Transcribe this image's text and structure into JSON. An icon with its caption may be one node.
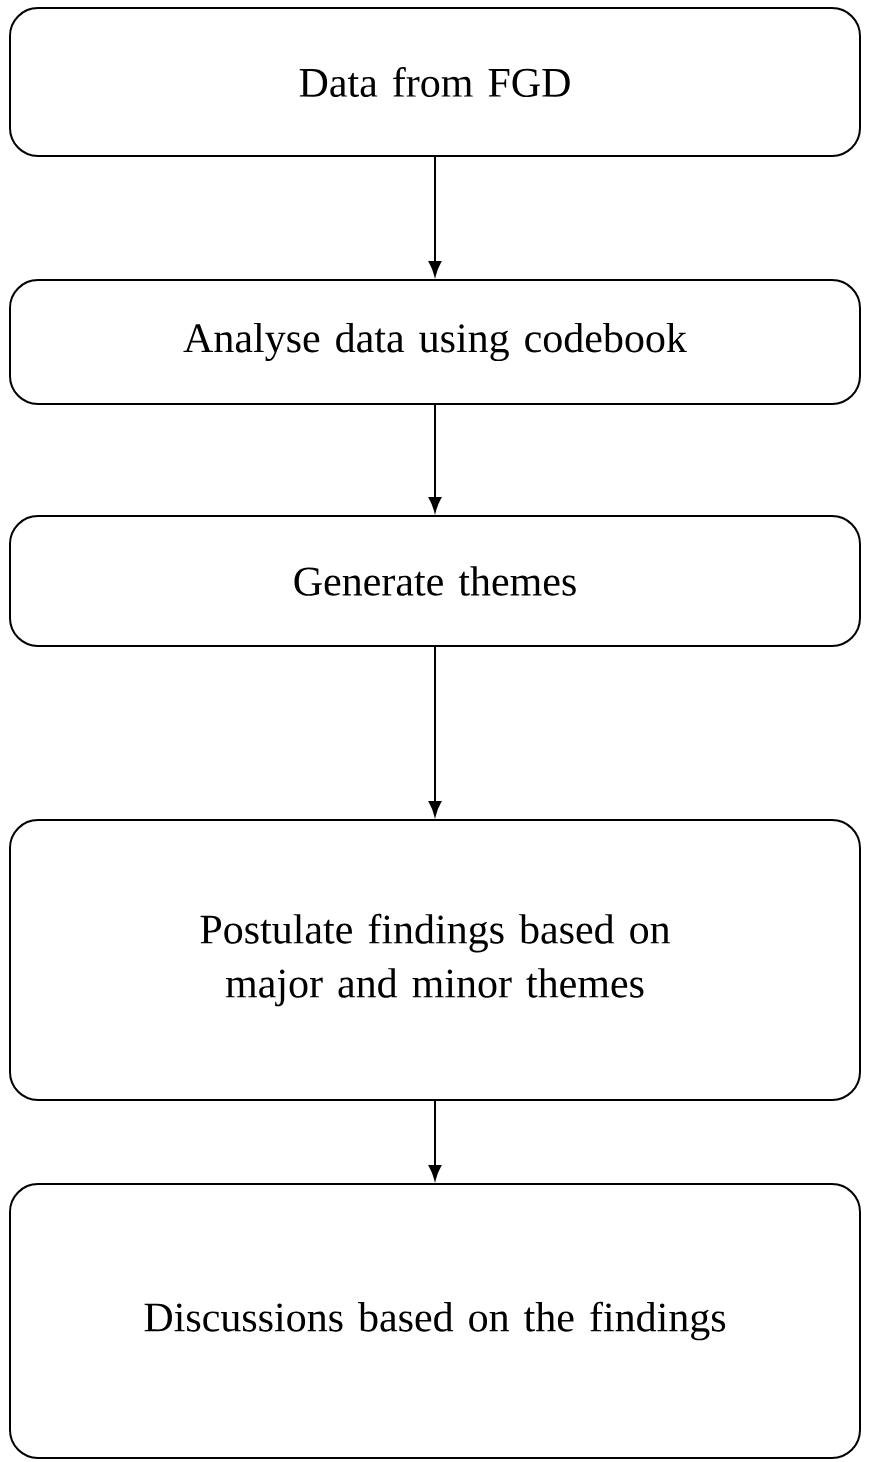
{
  "diagram": {
    "nodes": [
      {
        "text": [
          "Data from FGD"
        ]
      },
      {
        "text": [
          "Analyse data using codebook"
        ]
      },
      {
        "text": [
          "Generate themes"
        ]
      },
      {
        "text": [
          "Postulate findings based on major and minor themes"
        ]
      },
      {
        "text": [
          "Discussions based on the findings"
        ]
      }
    ],
    "edges": [
      {
        "from": 0,
        "to": 1,
        "arrow": "to"
      },
      {
        "from": 1,
        "to": 2,
        "arrow": "to"
      },
      {
        "from": 2,
        "to": 3,
        "arrow": "to"
      },
      {
        "from": 3,
        "to": 4,
        "arrow": "to"
      }
    ]
  }
}
